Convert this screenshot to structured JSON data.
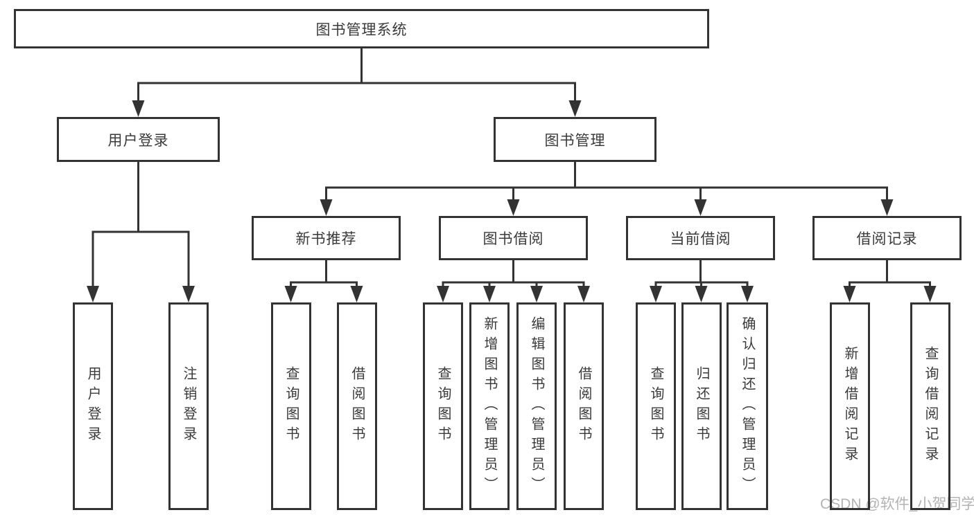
{
  "tree": {
    "root": "图书管理系统",
    "branches": [
      {
        "label": "用户登录",
        "children": [
          "用户登录",
          "注销登录"
        ]
      },
      {
        "label": "图书管理",
        "groups": [
          {
            "label": "新书推荐",
            "children": [
              "查询图书",
              "借阅图书"
            ]
          },
          {
            "label": "图书借阅",
            "children": [
              "查询图书",
              "新增图书（管理员）",
              "编辑图书（管理员）",
              "借阅图书"
            ]
          },
          {
            "label": "当前借阅",
            "children": [
              "查询图书",
              "归还图书",
              "确认归还（管理员）"
            ]
          },
          {
            "label": "借阅记录",
            "children": [
              "新增借阅记录",
              "查询借阅记录"
            ]
          }
        ]
      }
    ]
  },
  "watermark": "CSDN @软件_小贺同学",
  "colors": {
    "line": "#333333",
    "text": "#3a3a3a",
    "background": "#ffffff",
    "watermark_text": "#b3b3b3"
  }
}
